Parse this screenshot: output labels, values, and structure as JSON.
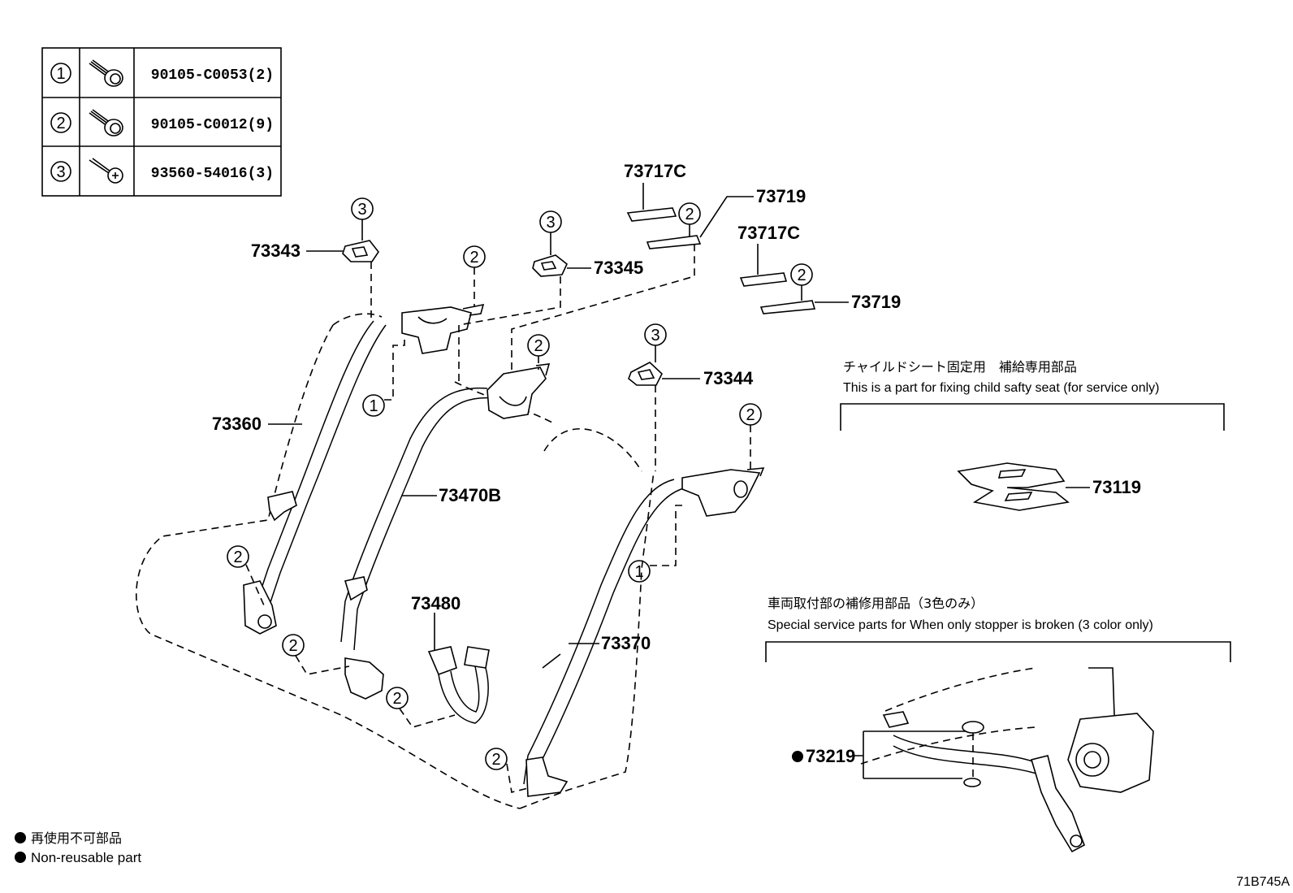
{
  "fastener_table": [
    {
      "callout": "1",
      "part_no": "90105-C0053(2)",
      "icon": "bolt-icon"
    },
    {
      "callout": "2",
      "part_no": "90105-C0012(9)",
      "icon": "bolt-icon"
    },
    {
      "callout": "3",
      "part_no": "93560-54016(3)",
      "icon": "screw-icon"
    }
  ],
  "parts": {
    "p73343": "73343",
    "p73345": "73345",
    "p73717c_a": "73717C",
    "p73719_a": "73719",
    "p73717c_b": "73717C",
    "p73719_b": "73719",
    "p73344": "73344",
    "p73360": "73360",
    "p73470b": "73470B",
    "p73480": "73480",
    "p73370": "73370",
    "p73119": "73119",
    "p73219": "73219"
  },
  "callouts": {
    "one": "1",
    "two": "2",
    "three": "3"
  },
  "notes": {
    "child_seat_jp": "チャイルドシート固定用　補給専用部品",
    "child_seat_en": "This is a part for fixing child safty seat (for service only)",
    "stopper_jp": "車両取付部の補修用部品（3色のみ）",
    "stopper_en": "Special service parts for When only stopper is broken (3 color only)"
  },
  "legend": {
    "jp": "再使用不可部品",
    "en": "Non-reusable part"
  },
  "diagram_code": "71B745A"
}
